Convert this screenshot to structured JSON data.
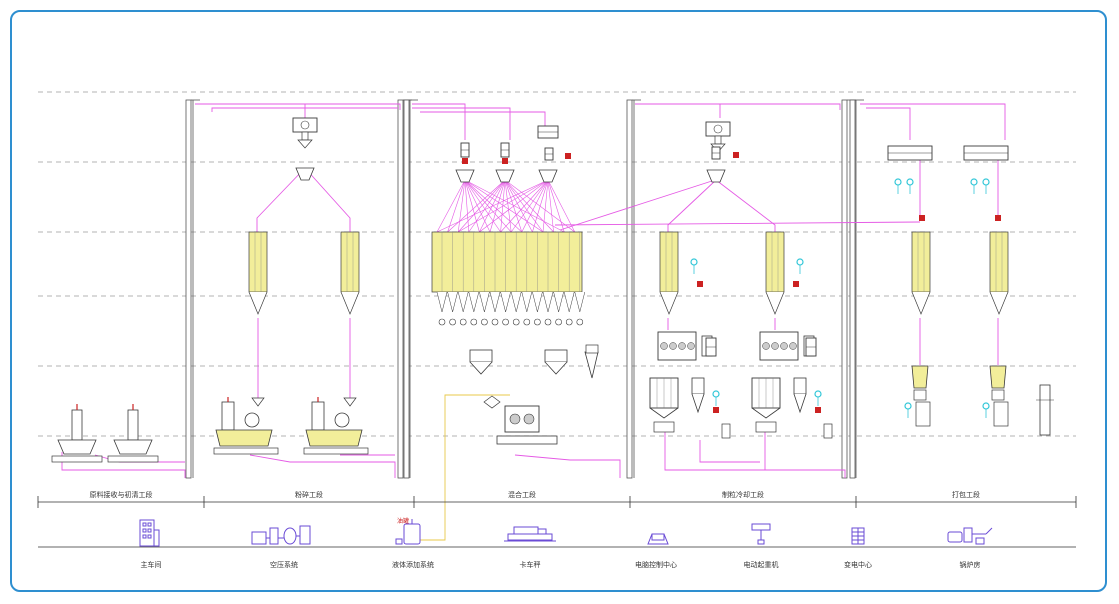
{
  "colors": {
    "frame": "#2e8fd0",
    "pipe": "#e55ae5",
    "bin": "#f2ee9a",
    "equipment": "#3a3a3a",
    "accent": "#33c7d8",
    "red": "#cc2222",
    "guide": "#9a9a9a",
    "liquid": "#e8c94a"
  },
  "sections": [
    {
      "label": "原料接收与初清工段"
    },
    {
      "label": "粉碎工段"
    },
    {
      "label": "混合工段"
    },
    {
      "label": "制粒冷却工段"
    },
    {
      "label": "打包工段"
    }
  ],
  "facilities": [
    {
      "label": "主车间",
      "icon": "building-icon"
    },
    {
      "label": "空压系统",
      "icon": "compressor-icon"
    },
    {
      "label": "液体添加系统",
      "icon": "liquid-tank-icon"
    },
    {
      "label": "卡车秤",
      "icon": "truck-scale-icon"
    },
    {
      "label": "电脑控制中心",
      "icon": "computer-icon"
    },
    {
      "label": "电动起重机",
      "icon": "crane-icon"
    },
    {
      "label": "变电中心",
      "icon": "substation-icon"
    },
    {
      "label": "锅炉房",
      "icon": "boiler-icon"
    }
  ],
  "liquid_tank_label": "油罐"
}
